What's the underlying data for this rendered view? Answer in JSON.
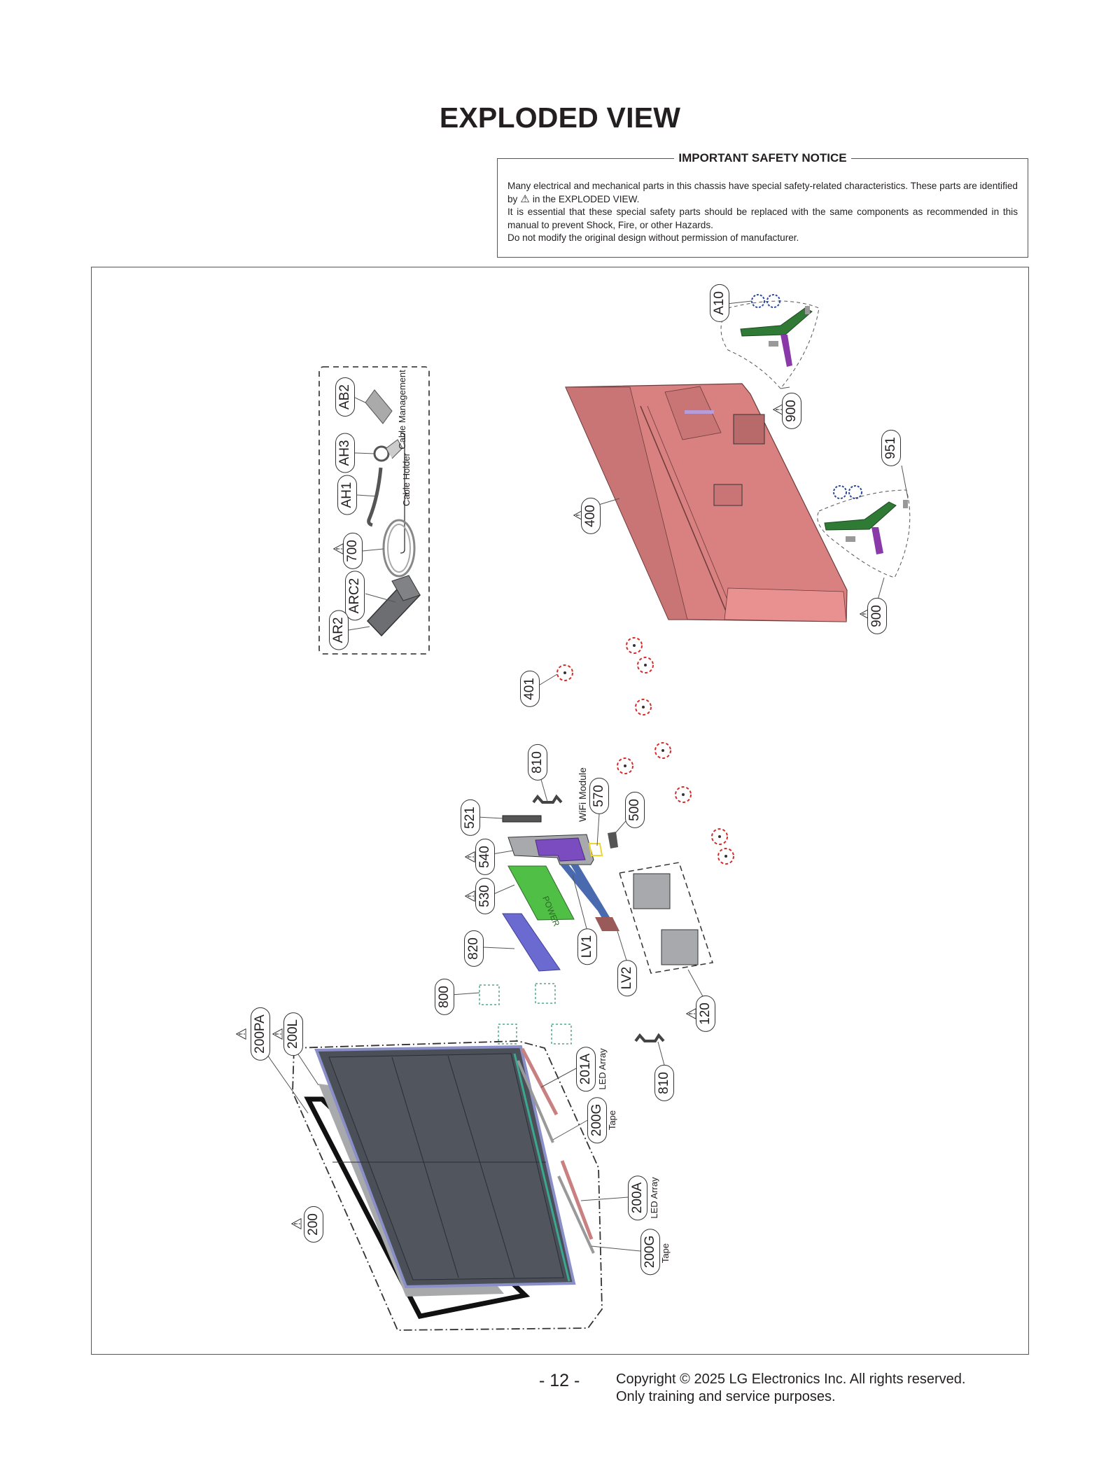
{
  "page": {
    "title": "EXPLODED VIEW",
    "page_number": "- 12 -"
  },
  "safety_notice": {
    "heading": "IMPORTANT SAFETY NOTICE",
    "line1": "Many electrical and mechanical parts in this chassis have special safety-related characteristics. These parts are identified by",
    "warning_symbol": "⚠",
    "line1_suffix": "in the EXPLODED VIEW.",
    "line2": "It is essential that these special safety parts should be replaced with the same components as recommended in this manual to prevent Shock, Fire, or other Hazards.",
    "line3": "Do not modify the original design without permission of manufacturer."
  },
  "accessories": {
    "group_labels": {
      "cable_management": "Cable Management",
      "cable_holder": "Cable Holder"
    },
    "parts": [
      {
        "id": "AB2"
      },
      {
        "id": "AH3"
      },
      {
        "id": "AH1"
      },
      {
        "id": "700",
        "safety": true
      },
      {
        "id": "ARC2"
      },
      {
        "id": "AR2"
      }
    ]
  },
  "callouts": {
    "a10": "A10",
    "p900_top": "900",
    "p951": "951",
    "p900_bottom": "900",
    "p400": "400",
    "p401": "401",
    "p810_top": "810",
    "p521": "521",
    "p570": "570",
    "wifi_module": "WiFi Module",
    "p500": "500",
    "p540": "540",
    "p530": "530",
    "p820": "820",
    "lv1": "LV1",
    "lv2": "LV2",
    "p800": "800",
    "p120": "120",
    "p200pa": "200PA",
    "p200l": "200L",
    "p201a": "201A",
    "p201a_note": "LED Array",
    "p810_bottom": "810",
    "p200g_top": "200G",
    "p200g_top_note": "Tape",
    "p200a": "200A",
    "p200a_note": "LED Array",
    "p200": "200",
    "p200g_bottom": "200G",
    "p200g_bottom_note": "Tape",
    "power_label": "POWER"
  },
  "colors": {
    "rear_cover": "#d98080",
    "stand_green": "#2f7a35",
    "stand_neck": "#8a3aa8",
    "main_board": "#7b4bc0",
    "power_board": "#4fbf45",
    "shield_sheet": "#6a6ad0",
    "screw_red": "#d42a2a",
    "screw_blue": "#2a4a9a",
    "led_strip": "#c98080",
    "panel_dark": "#4b5058"
  },
  "footer": {
    "copyright_line1": "Copyright © 2025 LG Electronics Inc. All rights reserved.",
    "copyright_line2": "Only training and service purposes."
  }
}
